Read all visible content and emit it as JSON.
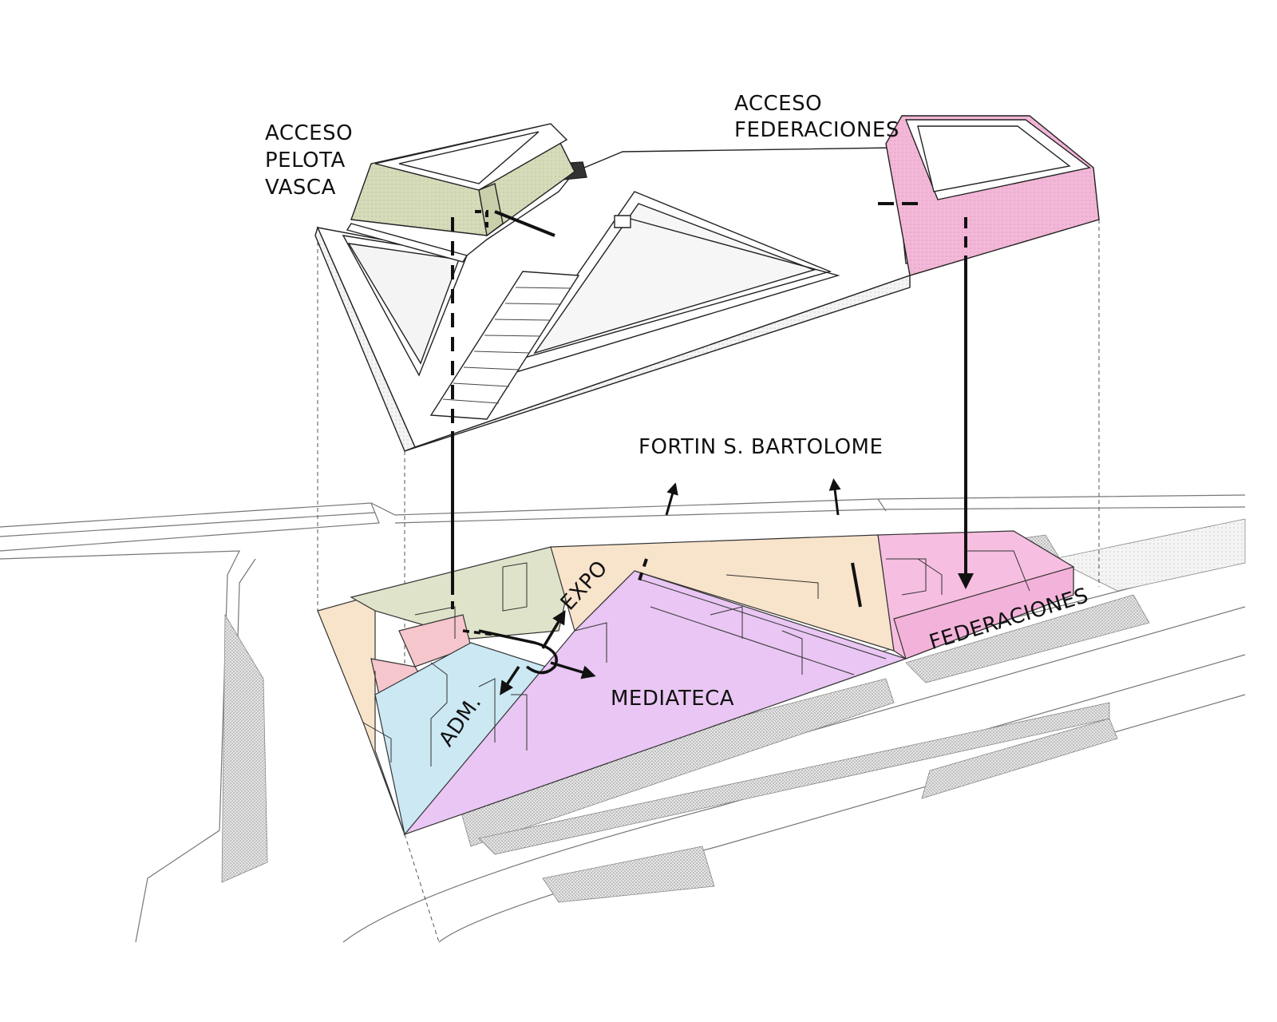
{
  "labels": {
    "acceso_pelota_line1": "ACCESO",
    "acceso_pelota_line2": "PELOTA",
    "acceso_pelota_line3": "VASCA",
    "acceso_federaciones_line1": "ACCESO",
    "acceso_federaciones_line2": "FEDERACIONES",
    "fortin": "FORTIN S. BARTOLOME",
    "expo": "EXPO",
    "adm": "ADM.",
    "mediateca": "MEDIATECA",
    "federaciones": "FEDERACIONES"
  },
  "colors": {
    "green": "#dfe3c9",
    "peach": "#f8e3cb",
    "pink": "#f5c6cc",
    "blue": "#cbe8f3",
    "violet": "#e9c6f3",
    "magenta": "#f6bee0",
    "hatch_gray": "#bdbdbd",
    "line": "#1a1a1a"
  }
}
